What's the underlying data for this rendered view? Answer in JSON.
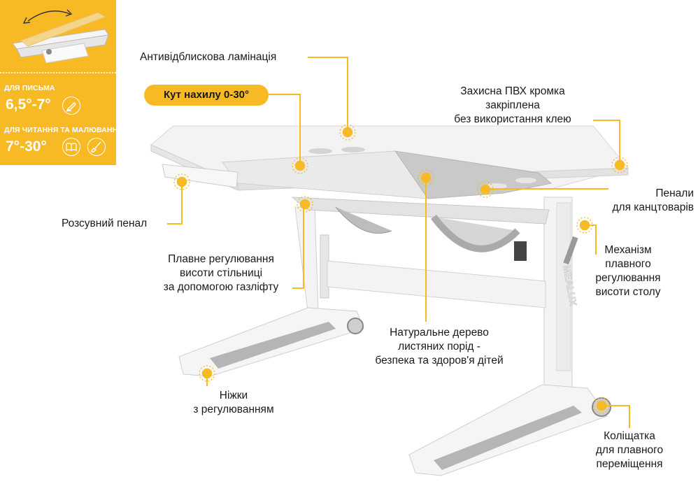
{
  "panel": {
    "writing_label": "ДЛЯ ПИСЬМА",
    "writing_value": "6,5°-7°",
    "reading_label": "ДЛЯ ЧИТАННЯ ТА МАЛЮВАННЯ",
    "reading_value": "7°-30°",
    "icons": [
      "pen-icon",
      "book-icon",
      "brush-icon"
    ]
  },
  "tilt_pill": "Кут нахилу 0-30°",
  "labels": {
    "antiglare": "Антивідблискова ламінація",
    "pvc_edge": [
      "Захисна ПВХ кромка",
      "закріплена",
      "без використання клею"
    ],
    "pencil_cases": [
      "Пенали",
      "для канцтоварів"
    ],
    "sliding_case": "Розсувний пенал",
    "gas_lift": [
      "Плавне регулювання",
      "висоти стільниці",
      "за допомогою газліфту"
    ],
    "mechanism": [
      "Механізм",
      "плавного",
      "регулювання",
      "висоти столу"
    ],
    "wood": [
      "Натуральне дерево",
      "листяних порід -",
      "безпека та здоров'я дітей"
    ],
    "legs": [
      "Ніжки",
      "з регулюванням"
    ],
    "wheels": [
      "Коліщатка",
      "для плавного",
      "переміщення"
    ]
  },
  "brand_mark": "MEALUX",
  "colors": {
    "accent": "#f7b924",
    "line": "#f7b924",
    "text": "#1a1a1a",
    "frame": "#f2f2f2",
    "gray": "#a9a9a9"
  }
}
